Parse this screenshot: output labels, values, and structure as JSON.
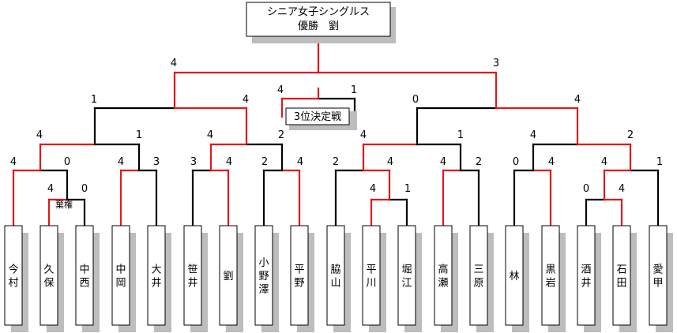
{
  "title": {
    "line1": "シニア女子シングルス",
    "line2": "優勝　劉"
  },
  "third_place": {
    "label": "3位決定戦",
    "score_left": "4",
    "score_right": "1"
  },
  "final": {
    "score_left": "4",
    "score_right": "3"
  },
  "players": [
    {
      "name": "今村"
    },
    {
      "name": "久保"
    },
    {
      "name": "中西"
    },
    {
      "name": "中岡"
    },
    {
      "name": "大井"
    },
    {
      "name": "笹井"
    },
    {
      "name": "劉"
    },
    {
      "name": "小野澤"
    },
    {
      "name": "平野"
    },
    {
      "name": "脇山"
    },
    {
      "name": "平川"
    },
    {
      "name": "堀江"
    },
    {
      "name": "高瀬"
    },
    {
      "name": "三原"
    },
    {
      "name": "林"
    },
    {
      "name": "黒岩"
    },
    {
      "name": "酒井"
    },
    {
      "name": "石田"
    },
    {
      "name": "愛甲"
    }
  ],
  "prelim_matches": [
    {
      "players": [
        "久保",
        "中西"
      ],
      "scores": [
        "4",
        "0"
      ],
      "note": "棄権"
    },
    {
      "players": [
        "平川",
        "堀江"
      ],
      "scores": [
        "4",
        "1"
      ]
    },
    {
      "players": [
        "酒井",
        "石田"
      ],
      "scores": [
        "0",
        "4"
      ]
    }
  ],
  "round1_matches": [
    {
      "scores": [
        "4",
        "0"
      ]
    },
    {
      "scores": [
        "4",
        "3"
      ]
    },
    {
      "scores": [
        "3",
        "4"
      ]
    },
    {
      "scores": [
        "2",
        "4"
      ]
    },
    {
      "scores": [
        "2",
        "4"
      ]
    },
    {
      "scores": [
        "4",
        "2"
      ]
    },
    {
      "scores": [
        "0",
        "4"
      ]
    },
    {
      "scores": [
        "4",
        "1"
      ]
    }
  ],
  "quarter_matches": [
    {
      "scores": [
        "4",
        "1"
      ]
    },
    {
      "scores": [
        "4",
        "2"
      ]
    },
    {
      "scores": [
        "4",
        "1"
      ]
    },
    {
      "scores": [
        "4",
        "2"
      ]
    }
  ],
  "semi_matches": [
    {
      "scores": [
        "1",
        "4"
      ]
    },
    {
      "scores": [
        "0",
        "4"
      ]
    }
  ],
  "colors": {
    "winner_line": "#e0191b",
    "line": "#000000",
    "shadow": "#bdbdbd"
  }
}
